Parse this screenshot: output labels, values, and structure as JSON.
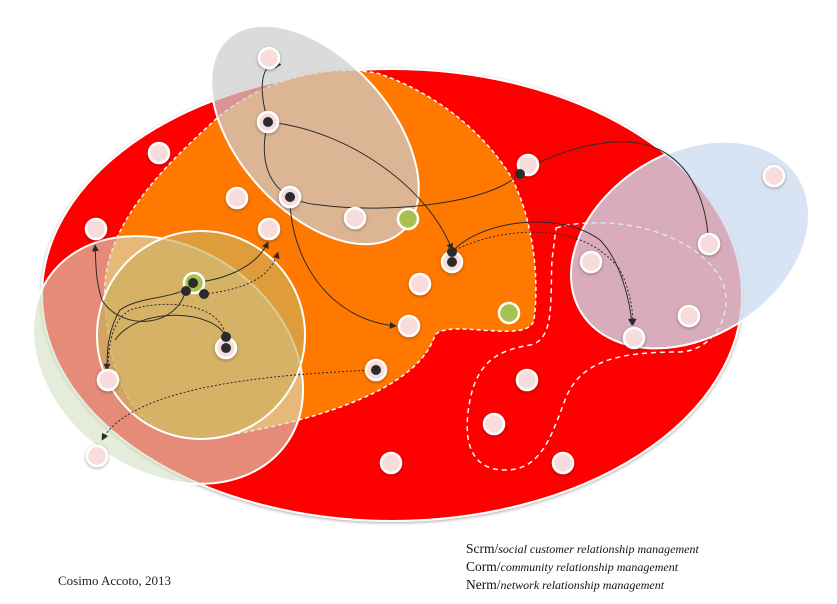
{
  "colors": {
    "outer": "#ff0000",
    "core": "#ff7700",
    "gray": "#c8c8c8",
    "blue": "#c6d8ee",
    "green": "#d3dcc0",
    "tan": "#d9a04a",
    "node": "#f9dede",
    "dark": "#2b2b2b",
    "accent_node": "#a8c050"
  },
  "credit": "Cosimo Accoto, 2013",
  "legend": [
    {
      "abbr": "Scrm/",
      "desc": "social customer relationship management"
    },
    {
      "abbr": "Corm/",
      "desc": "community relationship management"
    },
    {
      "abbr": "Nerm/",
      "desc": "network relationship management"
    }
  ]
}
